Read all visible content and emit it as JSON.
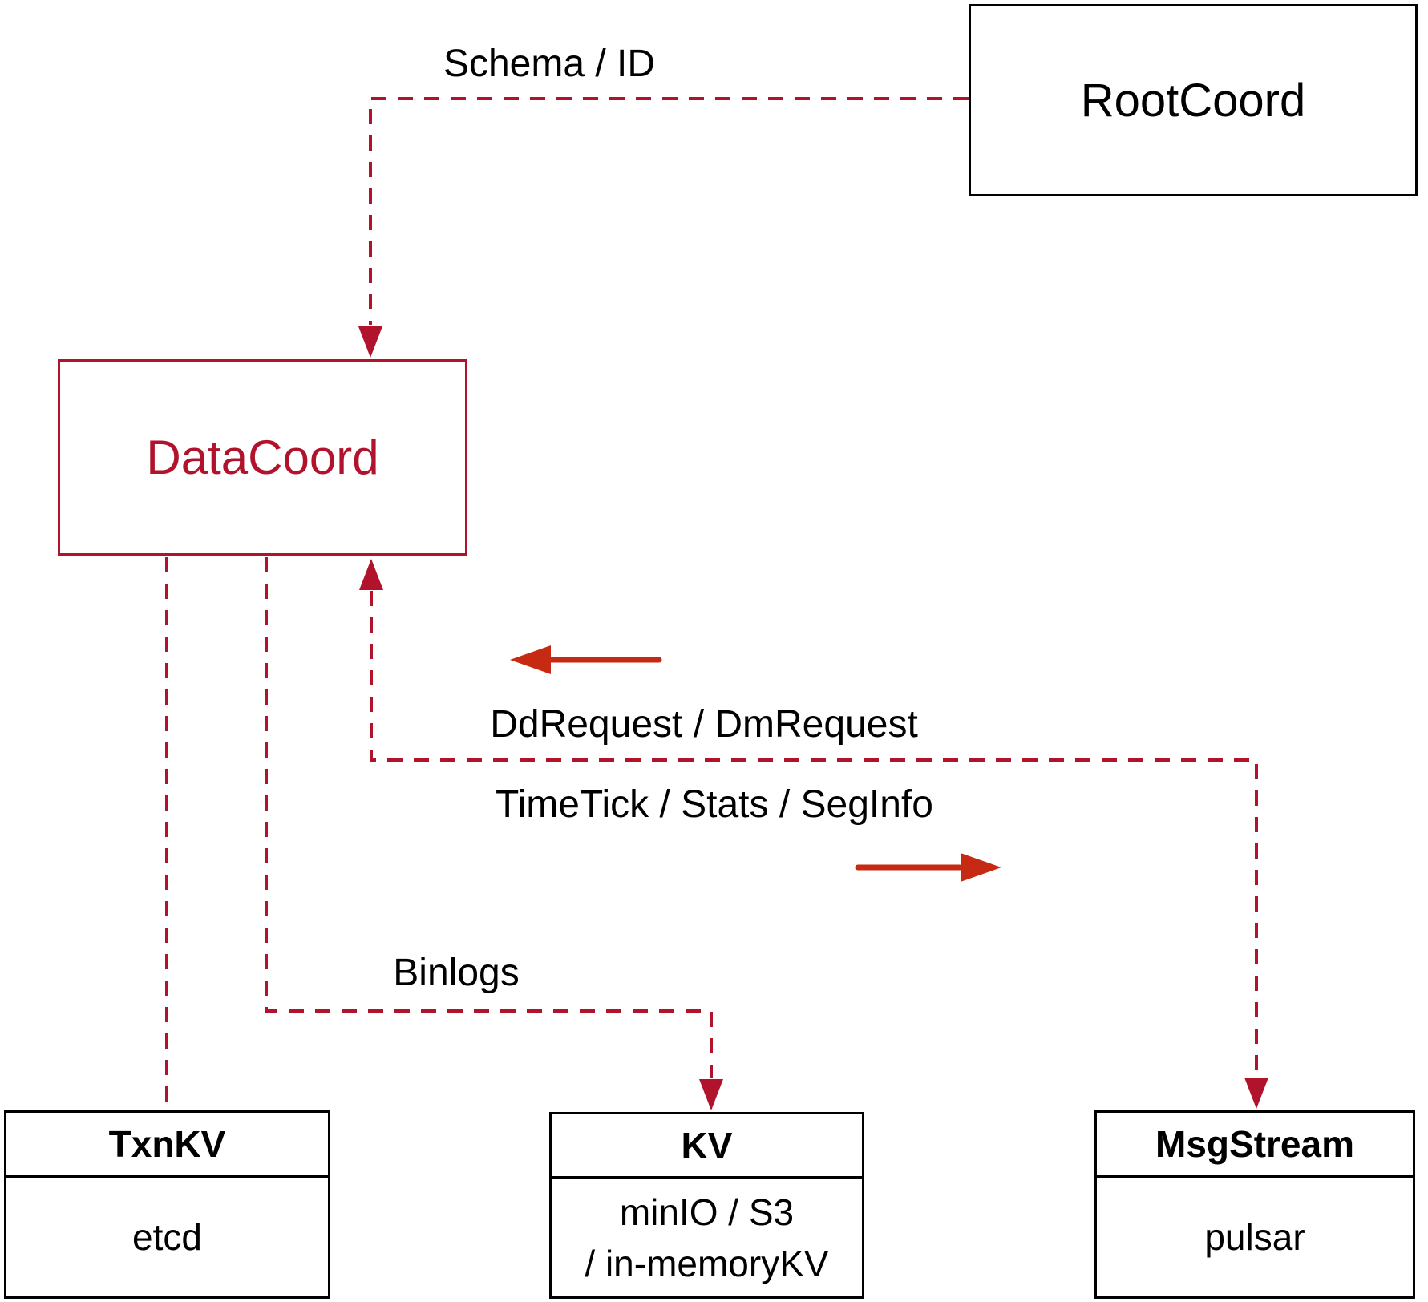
{
  "colors": {
    "edge_dashed_red": "#b0132b",
    "solid_arrow_red": "#c72a12",
    "box_border_black": "#000000",
    "background": "#ffffff"
  },
  "nodes": {
    "rootcoord": {
      "title": "RootCoord"
    },
    "datacoord": {
      "title": "DataCoord"
    },
    "txnkv": {
      "title": "TxnKV",
      "subtitle": "etcd"
    },
    "kv": {
      "title": "KV",
      "subtitle_line1": "minIO / S3",
      "subtitle_line2": "/ in-memoryKV"
    },
    "msgstream": {
      "title": "MsgStream",
      "subtitle": "pulsar"
    }
  },
  "edge_labels": {
    "schema": "Schema / ID",
    "dd_request": "DdRequest / DmRequest",
    "time_tick": "TimeTick / Stats / SegInfo",
    "binlogs": "Binlogs"
  }
}
